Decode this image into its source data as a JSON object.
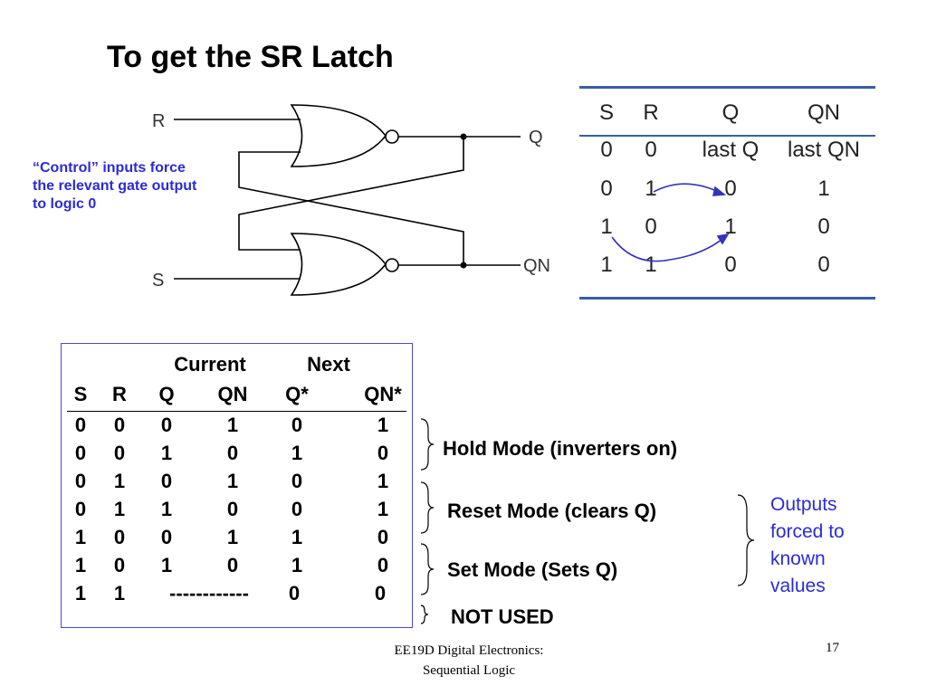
{
  "title": "To get the SR Latch",
  "circuit": {
    "inputs": {
      "r": "R",
      "s": "S"
    },
    "outputs": {
      "q": "Q",
      "qn": "QN"
    }
  },
  "note": "“Control” inputs force the relevant gate output to logic 0",
  "small_table": {
    "headers": [
      "S",
      "R",
      "Q",
      "QN"
    ],
    "rows": [
      [
        "0",
        "0",
        "last Q",
        "last QN"
      ],
      [
        "0",
        "1",
        "0",
        "1"
      ],
      [
        "1",
        "0",
        "1",
        "0"
      ],
      [
        "1",
        "1",
        "0",
        "0"
      ]
    ],
    "line_color": "#3a5fa0",
    "arrow_color": "#3333bb"
  },
  "main_table": {
    "group_headers": [
      "Current",
      "Next"
    ],
    "headers": [
      "S",
      "R",
      "Q",
      "QN",
      "Q*",
      "QN*"
    ],
    "rows": [
      [
        "0",
        "0",
        "0",
        "1",
        "0",
        "1"
      ],
      [
        "0",
        "0",
        "1",
        "0",
        "1",
        "0"
      ],
      [
        "0",
        "1",
        "0",
        "1",
        "0",
        "1"
      ],
      [
        "0",
        "1",
        "1",
        "0",
        "0",
        "1"
      ],
      [
        "1",
        "0",
        "0",
        "1",
        "1",
        "0"
      ],
      [
        "1",
        "0",
        "1",
        "0",
        "1",
        "0"
      ],
      [
        "1",
        "1",
        "------------",
        "0",
        "0"
      ]
    ],
    "border_color": "#4b4bc8"
  },
  "modes": {
    "hold": "Hold Mode (inverters on)",
    "reset": "Reset Mode (clears Q)",
    "set": "Set Mode (Sets Q)",
    "not_used": "NOT USED"
  },
  "outputs_note": "Outputs forced to known values",
  "accent_color": "#2b2bd6",
  "footer": {
    "line1": "EE19D Digital Electronics:",
    "line2": "Sequential Logic",
    "page": "17"
  }
}
